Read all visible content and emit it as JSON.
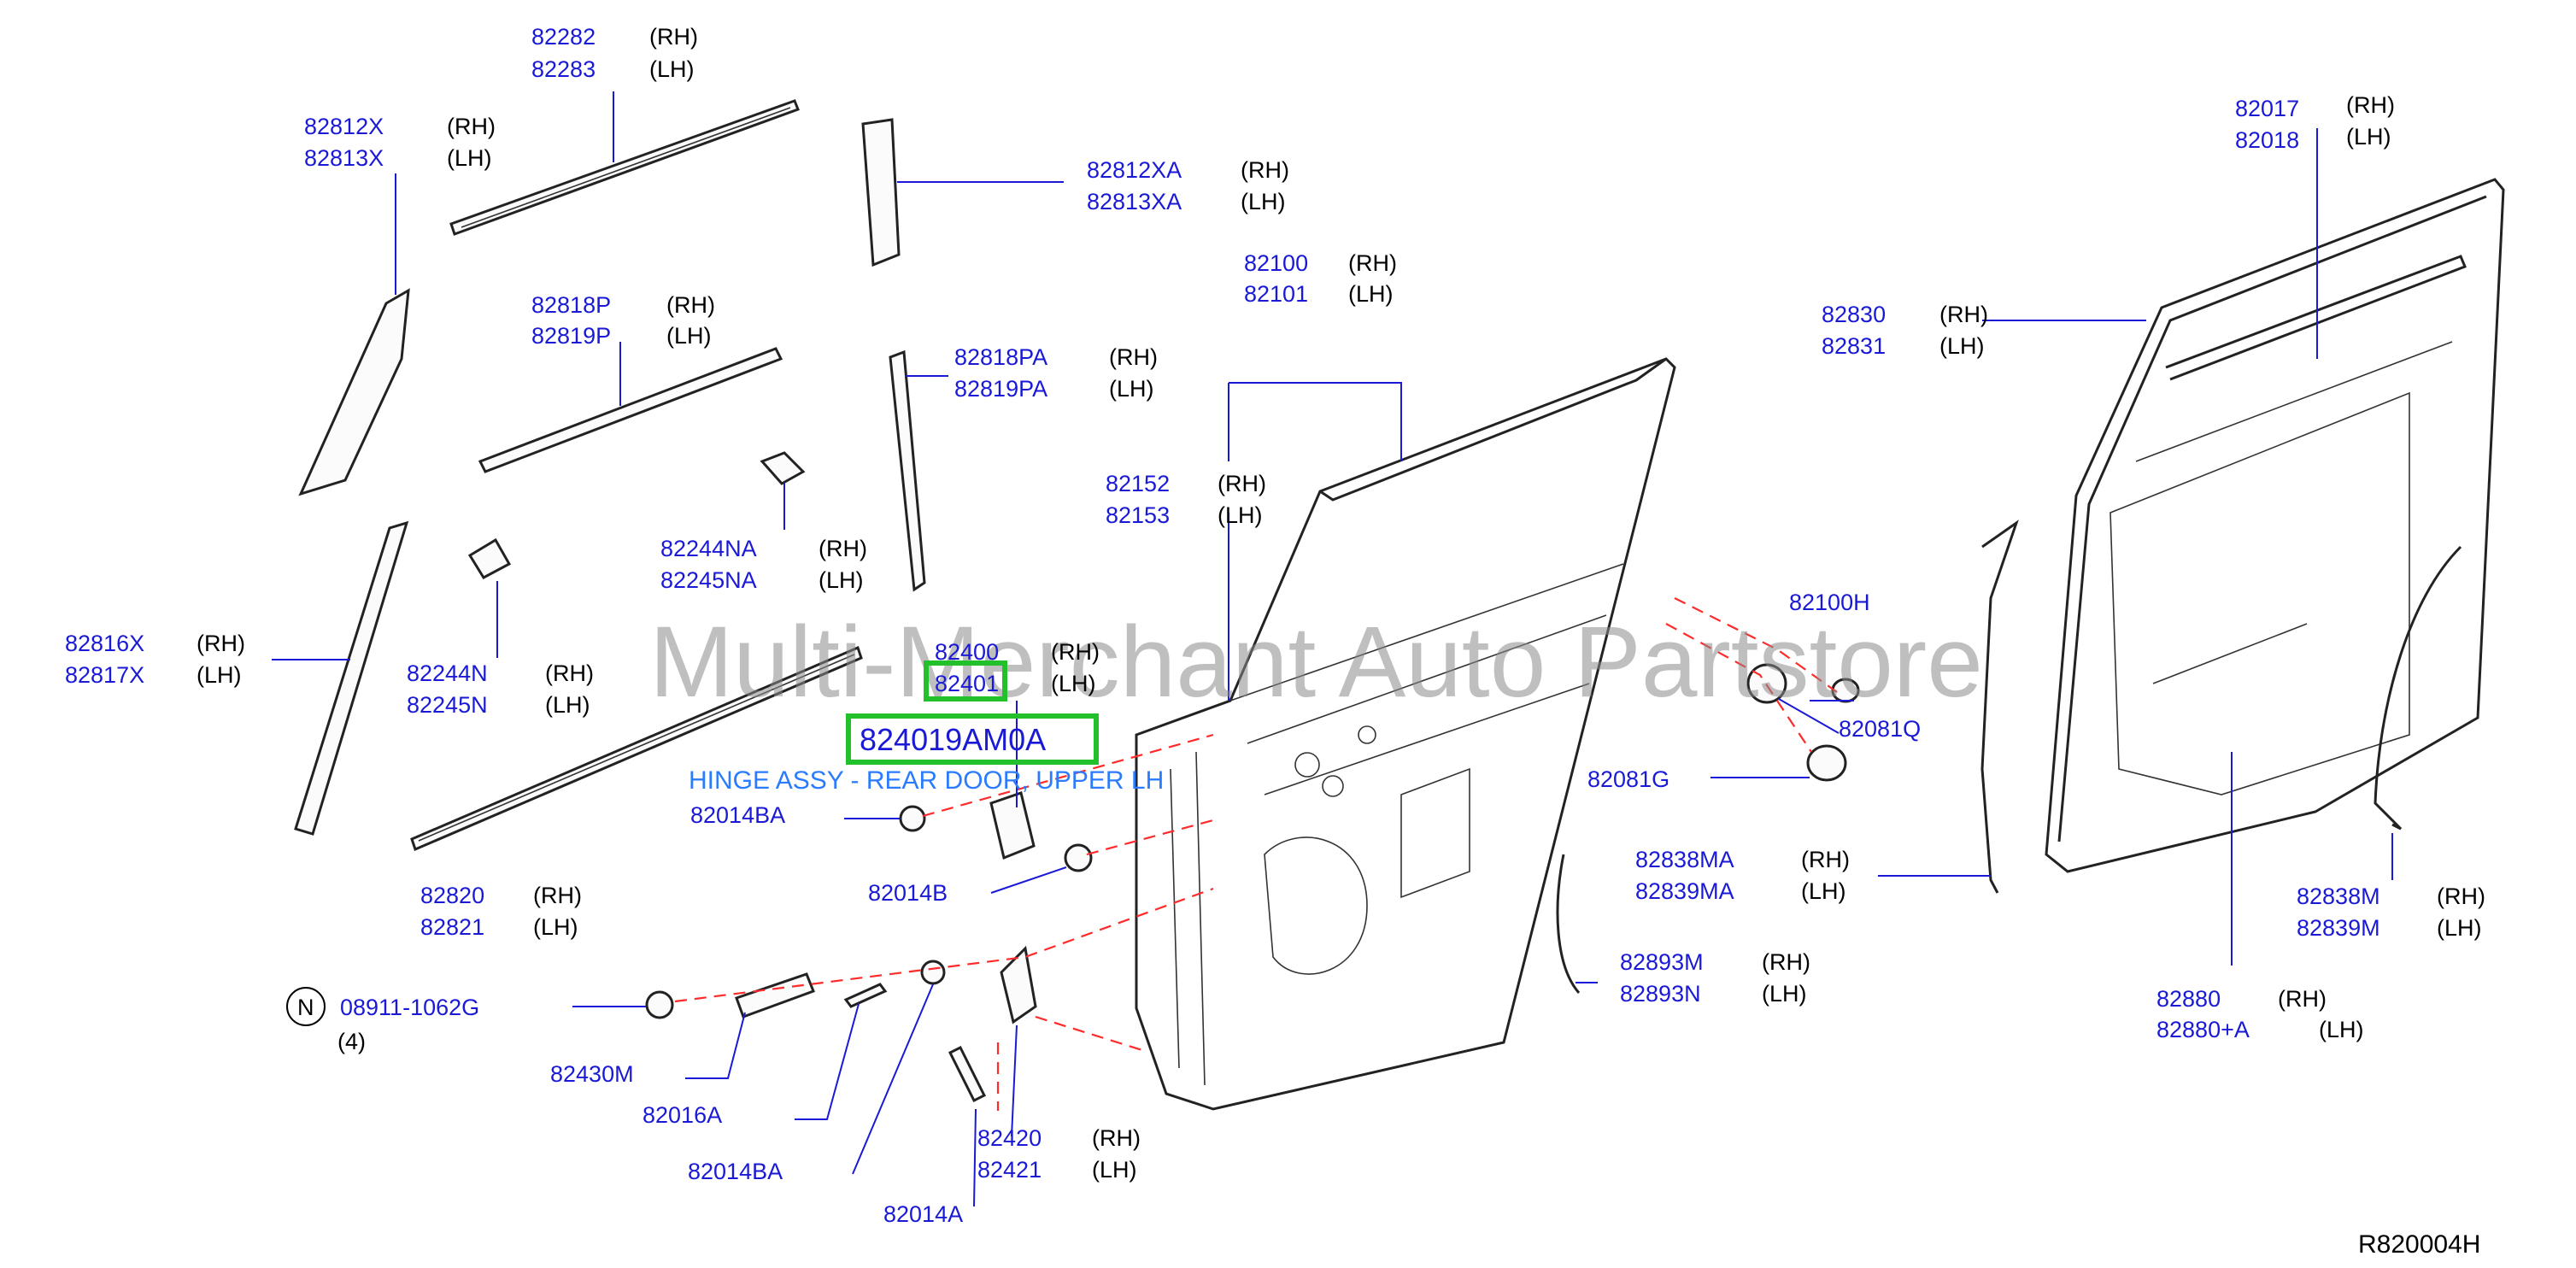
{
  "watermark": "Multi-Merchant Auto Partstore",
  "diagram_ref": "R820004H",
  "highlight": {
    "part_number": "824019AM0A",
    "description": "HINGE ASSY - REAR DOOR, UPPER LH",
    "color": "#22c02a"
  },
  "circled_symbol": "N",
  "quantity_note": "(4)",
  "labels": [
    {
      "pn1": "82282",
      "s1": "(RH)",
      "pn2": "82283",
      "s2": "(LH)"
    },
    {
      "pn1": "82812X",
      "s1": "(RH)",
      "pn2": "82813X",
      "s2": "(LH)"
    },
    {
      "pn1": "82812XA",
      "s1": "(RH)",
      "pn2": "82813XA",
      "s2": "(LH)"
    },
    {
      "pn1": "82818P",
      "s1": "(RH)",
      "pn2": "82819P",
      "s2": "(LH)"
    },
    {
      "pn1": "82818PA",
      "s1": "(RH)",
      "pn2": "82819PA",
      "s2": "(LH)"
    },
    {
      "pn1": "82100",
      "s1": "(RH)",
      "pn2": "82101",
      "s2": "(LH)"
    },
    {
      "pn1": "82152",
      "s1": "(RH)",
      "pn2": "82153",
      "s2": "(LH)"
    },
    {
      "pn1": "82244NA",
      "s1": "(RH)",
      "pn2": "82245NA",
      "s2": "(LH)"
    },
    {
      "pn1": "82244N",
      "s1": "(RH)",
      "pn2": "82245N",
      "s2": "(LH)"
    },
    {
      "pn1": "82816X",
      "s1": "(RH)",
      "pn2": "82817X",
      "s2": "(LH)"
    },
    {
      "pn1": "82400",
      "s1": "(RH)",
      "pn2": "82401",
      "s2": "(LH)"
    },
    {
      "pn1": "82014BA",
      "s1": "",
      "pn2": "",
      "s2": ""
    },
    {
      "pn1": "82014B",
      "s1": "",
      "pn2": "",
      "s2": ""
    },
    {
      "pn1": "82820",
      "s1": "(RH)",
      "pn2": "82821",
      "s2": "(LH)"
    },
    {
      "pn1": "08911-1062G",
      "s1": "",
      "pn2": "",
      "s2": ""
    },
    {
      "pn1": "82430M",
      "s1": "",
      "pn2": "",
      "s2": ""
    },
    {
      "pn1": "82016A",
      "s1": "",
      "pn2": "",
      "s2": ""
    },
    {
      "pn1": "82014BA",
      "s1": "",
      "pn2": "",
      "s2": ""
    },
    {
      "pn1": "82014A",
      "s1": "",
      "pn2": "",
      "s2": ""
    },
    {
      "pn1": "82420",
      "s1": "(RH)",
      "pn2": "82421",
      "s2": "(LH)"
    },
    {
      "pn1": "82100H",
      "s1": "",
      "pn2": "",
      "s2": ""
    },
    {
      "pn1": "82081Q",
      "s1": "",
      "pn2": "",
      "s2": ""
    },
    {
      "pn1": "82081G",
      "s1": "",
      "pn2": "",
      "s2": ""
    },
    {
      "pn1": "82838MA",
      "s1": "(RH)",
      "pn2": "82839MA",
      "s2": "(LH)"
    },
    {
      "pn1": "82893M",
      "s1": "(RH)",
      "pn2": "82893N",
      "s2": "(LH)"
    },
    {
      "pn1": "82017",
      "s1": "(RH)",
      "pn2": "82018",
      "s2": "(LH)"
    },
    {
      "pn1": "82830",
      "s1": "(RH)",
      "pn2": "82831",
      "s2": "(LH)"
    },
    {
      "pn1": "82838M",
      "s1": "(RH)",
      "pn2": "82839M",
      "s2": "(LH)"
    },
    {
      "pn1": "82880",
      "s1": "(RH)",
      "pn2": "82880+A",
      "s2": "(LH)"
    }
  ]
}
